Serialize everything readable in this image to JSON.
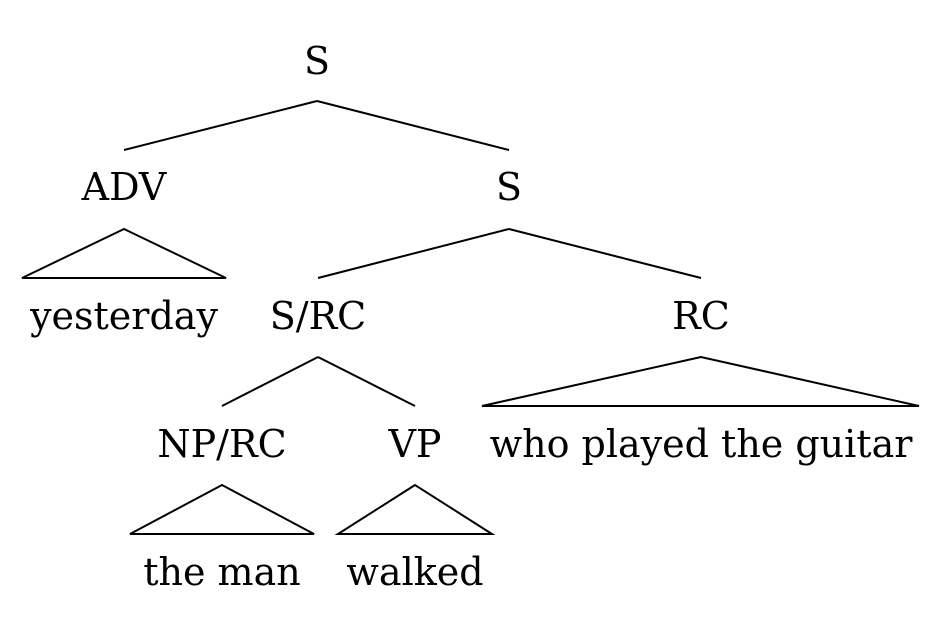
{
  "tree": {
    "root_label": "S",
    "adv_label": "ADV",
    "adv_word": "yesterday",
    "inner_s_label": "S",
    "s_rc_label": "S/RC",
    "rc_label": "RC",
    "rc_words": "who played the guitar",
    "np_rc_label": "NP/RC",
    "np_rc_words": "the man",
    "vp_label": "VP",
    "vp_word": "walked"
  },
  "colors": {
    "ink": "#000000",
    "background": "#ffffff"
  }
}
